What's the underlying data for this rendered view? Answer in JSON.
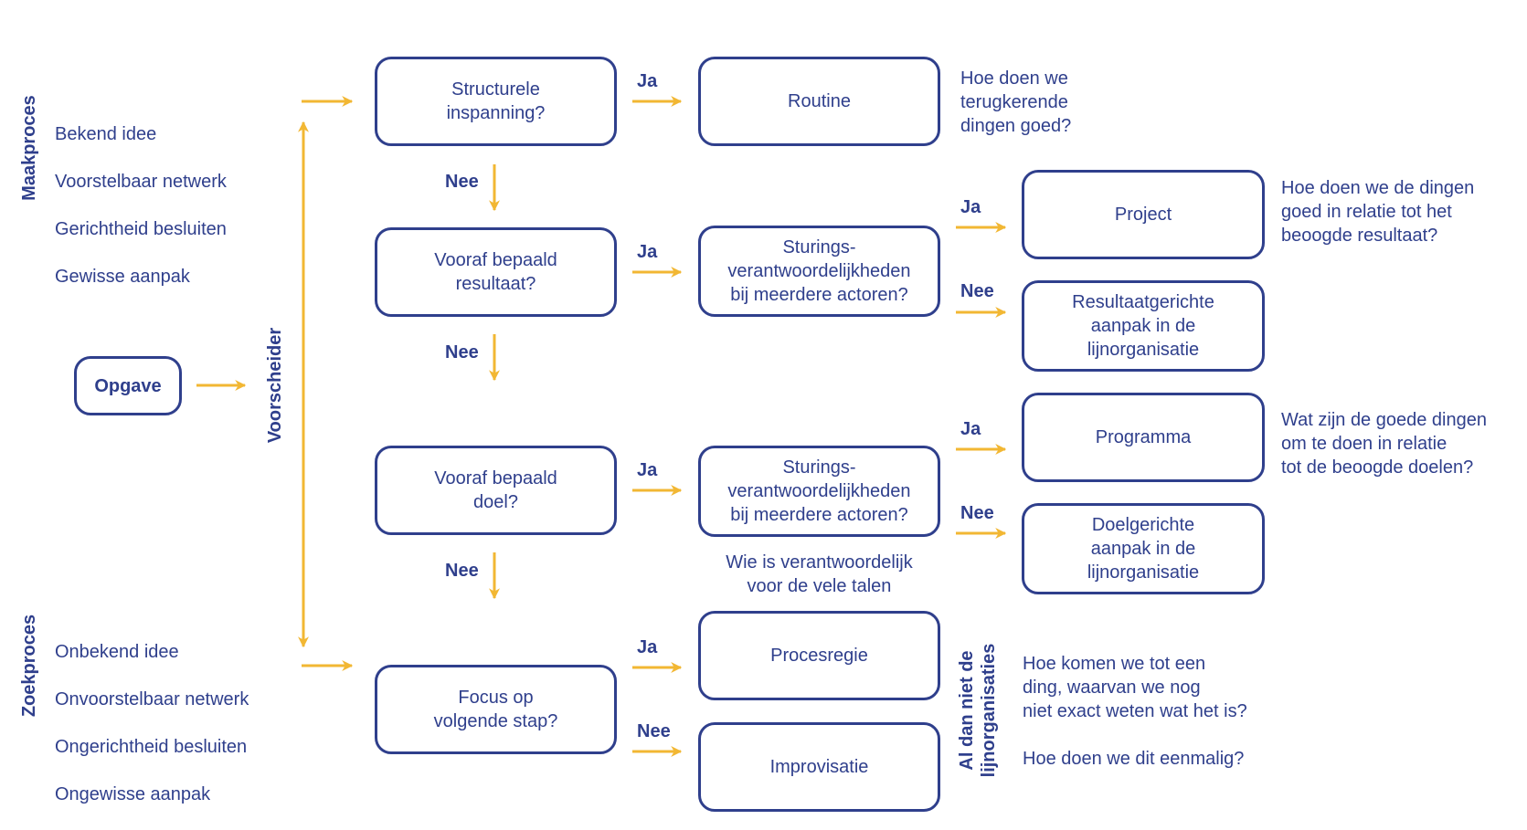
{
  "colors": {
    "primary": "#2f3f8c",
    "arrow": "#f2b733",
    "background": "#ffffff"
  },
  "side_labels": {
    "maakproces": "Maakproces",
    "zoekproces": "Zoekproces",
    "voorscheider": "Voorscheider",
    "al_dan_niet": "Al dan niet de\nlijnorganisaties"
  },
  "maak_list": [
    "Bekend idee",
    "Voorstelbaar netwerk",
    "Gerichtheid besluiten",
    "Gewisse aanpak"
  ],
  "zoek_list": [
    "Onbekend idee",
    "Onvoorstelbaar netwerk",
    "Ongerichtheid besluiten",
    "Ongewisse aanpak"
  ],
  "nodes": {
    "opgave": "Opgave",
    "q_structurele": "Structurele\ninspanning?",
    "q_resultaat": "Vooraf bepaald\nresultaat?",
    "q_doel": "Vooraf bepaald\ndoel?",
    "q_focus": "Focus op\nvolgende stap?",
    "routine": "Routine",
    "sturing_1": "Sturings-\nverantwoordelijkheden\nbij meerdere actoren?",
    "sturing_2": "Sturings-\nverantwoordelijkheden\nbij meerdere actoren?",
    "procesregie": "Procesregie",
    "improvisatie": "Improvisatie",
    "project": "Project",
    "resultaatgericht": "Resultaatgerichte\naanpak in de\nlijnorganisatie",
    "programma": "Programma",
    "doelgericht": "Doelgerichte\naanpak in de\nlijnorganisatie"
  },
  "edge_labels": {
    "ja": "Ja",
    "nee": "Nee"
  },
  "notes": {
    "routine": "Hoe doen we\nterugkerende\ndingen goed?",
    "project": "Hoe doen we de dingen\ngoed in relatie tot het\nbeoogde resultaat?",
    "programma": "Wat zijn de goede dingen\nom te doen in relatie\ntot de beoogde doelen?",
    "talen": "Wie is verantwoordelijk\nvoor de vele talen",
    "zoek_1": "Hoe komen we tot een\nding, waarvan we nog\nniet exact weten wat het is?",
    "zoek_2": "Hoe doen we dit eenmalig?"
  }
}
